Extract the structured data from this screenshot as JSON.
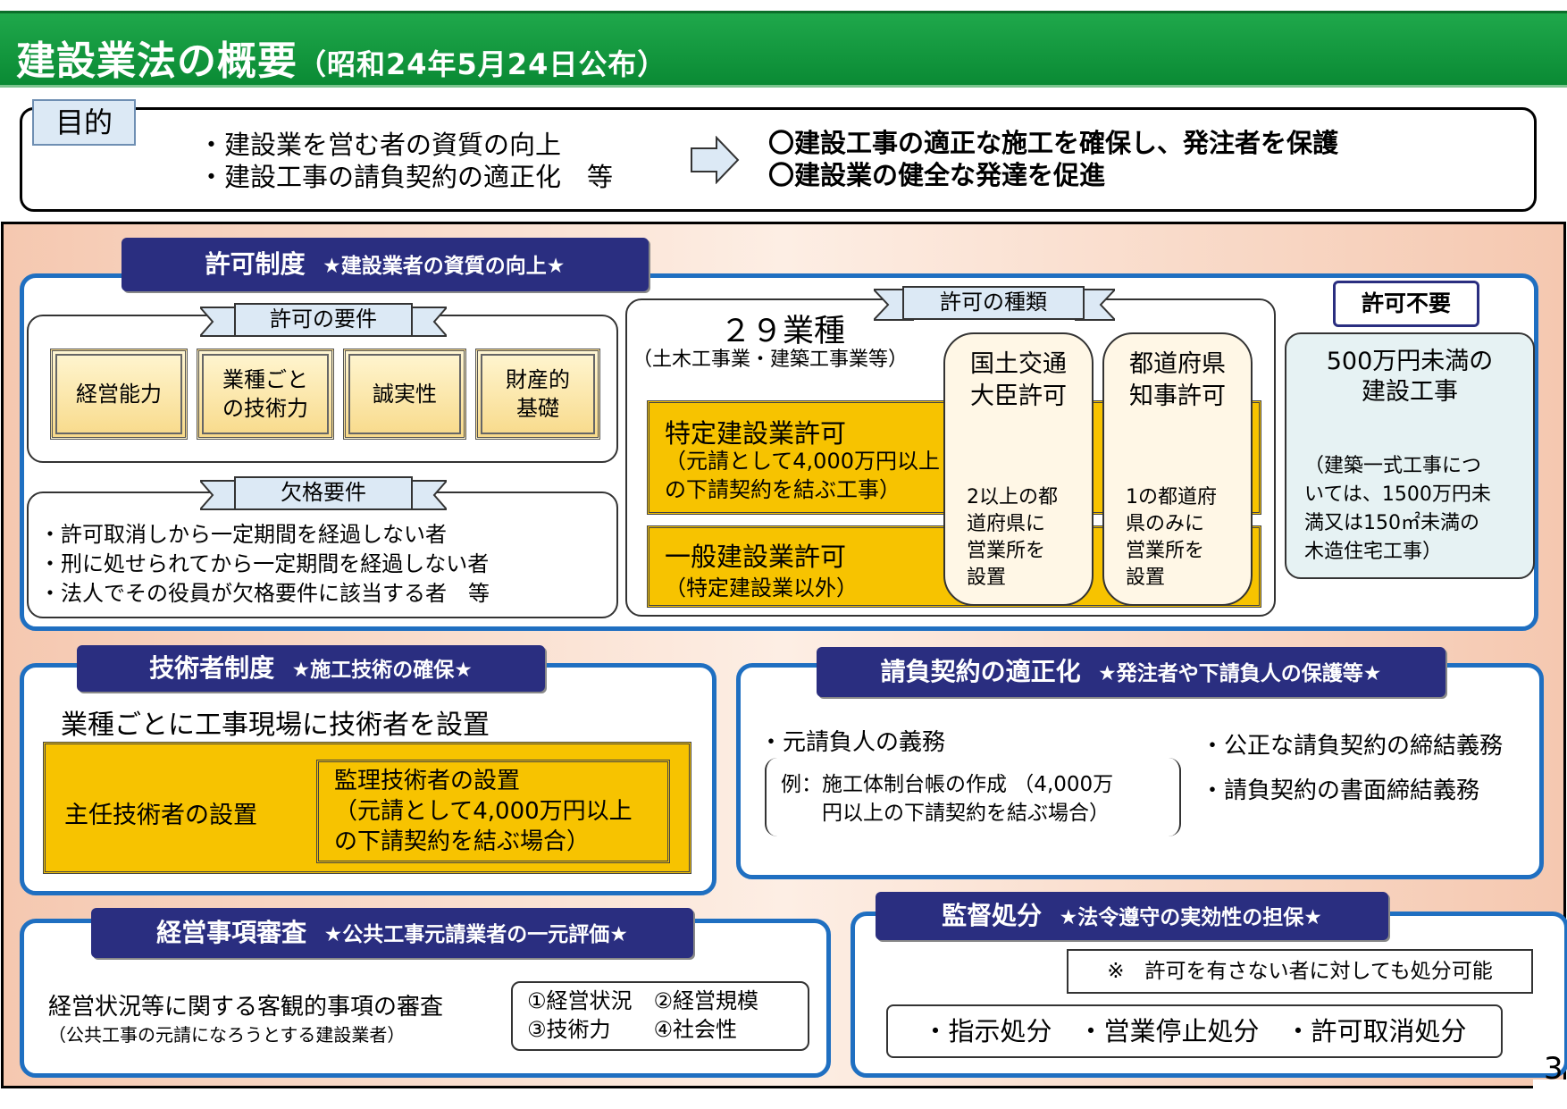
{
  "title": {
    "main": "建設業法の概要",
    "sub": "（昭和24年5月24日公布）"
  },
  "purpose": {
    "tag": "目的",
    "left": [
      "・建設業を営む者の資質の向上",
      "・建設工事の請負契約の適正化　等"
    ],
    "right": [
      "〇建設工事の適正な施工を確保し、発注者を保護",
      "〇建設業の健全な発達を促進"
    ],
    "arrow_icon": "right-arrow-icon"
  },
  "license": {
    "head": "許可制度",
    "head_sub": "★建設業者の資質の向上★",
    "requirements": {
      "ribbon": "許可の要件",
      "items": [
        "経営能力",
        "業種ごと\nの技術力",
        "誠実性",
        "財産的\n基礎"
      ]
    },
    "disqualification": {
      "ribbon": "欠格要件",
      "lines": [
        "・許可取消しから一定期間を経過しない者",
        "・刑に処せられてから一定期間を経過しない者",
        "・法人でその役員が欠格要件に該当する者　等"
      ]
    },
    "types": {
      "ribbon": "許可の種類",
      "count": "２９業種",
      "count_note": "（土木工事業・建築工事業等）",
      "special": {
        "title": "特定建設業許可",
        "desc": "（元請として4,000万円以上\nの下請契約を結ぶ工事）"
      },
      "general": {
        "title": "一般建設業許可",
        "desc": "（特定建設業以外）"
      },
      "minister": {
        "title": "国土交通\n大臣許可",
        "desc": "2以上の都\n道府県に\n営業所を\n設置"
      },
      "governor": {
        "title": "都道府県\n知事許可",
        "desc": "1の都道府\n県のみに\n営業所を\n設置"
      }
    },
    "not_required": {
      "tag": "許可不要",
      "title": "500万円未満の\n建設工事",
      "note": "（建築一式工事につ\nいては、1500万円未\n満又は150㎡未満の\n木造住宅工事）"
    }
  },
  "engineer": {
    "head": "技術者制度",
    "head_sub": "★施工技術の確保★",
    "line": "業種ごとに工事現場に技術者を設置",
    "chief": "主任技術者の設置",
    "supervisor": "監理技術者の設置\n（元請として4,000万円以上\nの下請契約を結ぶ場合）"
  },
  "contract": {
    "head": "請負契約の適正化",
    "head_sub": "★発注者や下請負人の保護等★",
    "left_title": "・元請負人の義務",
    "example": "例：施工体制台帳の作成 （4,000万\n　　円以上の下請契約を結ぶ場合）",
    "right_items": [
      "・公正な請負契約の締結義務",
      "・請負契約の書面締結義務"
    ]
  },
  "review": {
    "head": "経営事項審査",
    "head_sub": "★公共工事元請業者の一元評価★",
    "line": "経営状況等に関する客観的事項の審査",
    "note": "（公共工事の元請になろうとする建設業者）",
    "items": "①経営状況　②経営規模\n③技術力　　④社会性"
  },
  "supervision": {
    "head": "監督処分",
    "head_sub": "★法令遵守の実効性の担保★",
    "note": "※　許可を有さない者に対しても処分可能",
    "items": "・指示処分　・営業停止処分　・許可取消処分"
  },
  "page_number": "3",
  "colors": {
    "title_green": "#0a8a34",
    "section_blue": "#1f6fc1",
    "head_navy": "#2a2e80",
    "gold": "#f7c300"
  }
}
